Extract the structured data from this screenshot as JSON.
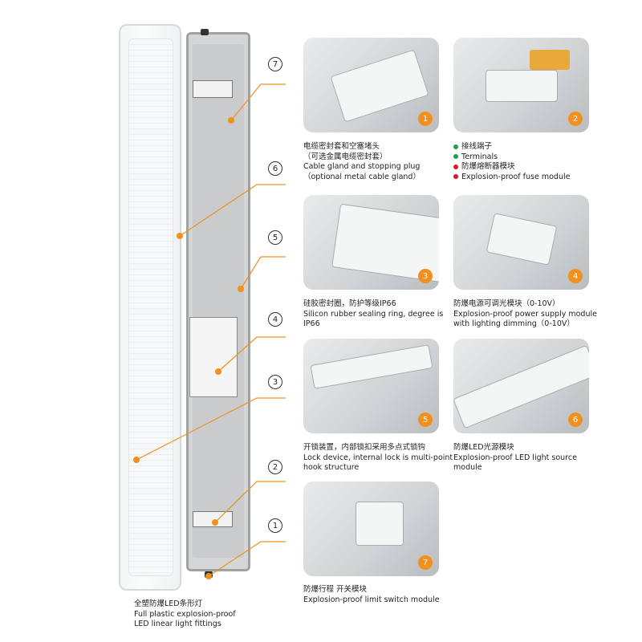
{
  "accent": "#f0901e",
  "callouts": [
    "7",
    "6",
    "5",
    "4",
    "3",
    "2",
    "1"
  ],
  "tiles": [
    {
      "n": "1",
      "cap": [
        "电缆密封套和空塞堵头",
        "（可选金属电缆密封套）",
        "Cable gland and stopping plug",
        "（optional metal cable gland）"
      ]
    },
    {
      "n": "2",
      "cap": [
        "接线端子",
        "Terminals",
        "防爆熔断器模块",
        "Explosion-proof fuse module"
      ],
      "bullet_colors": [
        "#1aa34a",
        "#1aa34a",
        "#e0141e",
        "#e0141e"
      ]
    },
    {
      "n": "3",
      "cap": [
        "硅胶密封圈，防护等级IP66",
        "Silicon rubber sealing ring, degree is",
        "IP66"
      ]
    },
    {
      "n": "4",
      "cap": [
        "防爆电源可调光模块（0-10V）",
        "Explosion-proof power supply module",
        "with lighting dimming（0-10V）"
      ]
    },
    {
      "n": "5",
      "cap": [
        "开锁装置，内部锁扣采用多点式锁钩",
        "Lock device, internal lock is multi-point",
        "hook structure"
      ]
    },
    {
      "n": "6",
      "cap": [
        "防爆LED光源模块",
        "Explosion-proof LED light source",
        "module"
      ]
    },
    {
      "n": "7",
      "cap": [
        "防爆行程 开关模块",
        "Explosion-proof limit switch module"
      ]
    }
  ],
  "main_caption": [
    "全塑防爆LED条形灯",
    "Full plastic explosion-proof",
    "LED linear light fittings"
  ]
}
